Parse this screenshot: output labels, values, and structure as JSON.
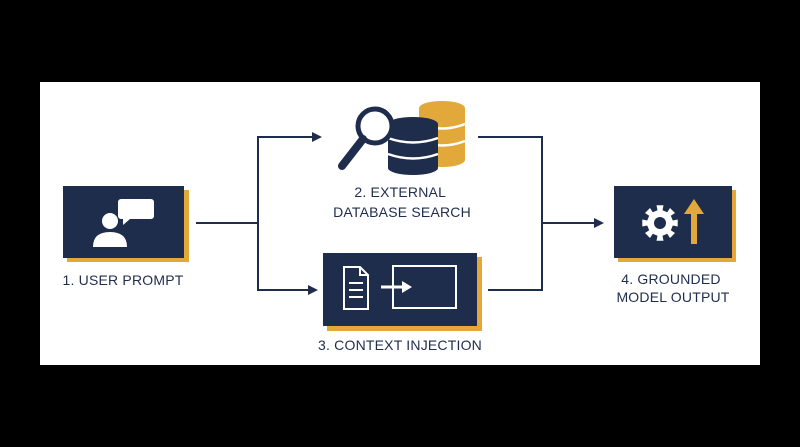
{
  "colors": {
    "page_background": "#000000",
    "panel_background": "#ffffff",
    "navy": "#1f2d4d",
    "gold": "#e3a83a",
    "white": "#ffffff"
  },
  "nodes": [
    {
      "id": "user-prompt",
      "lines": [
        "1. USER PROMPT"
      ],
      "icon": "user-chat-icon"
    },
    {
      "id": "external-database-search",
      "lines": [
        "2. EXTERNAL",
        "DATABASE SEARCH"
      ],
      "icon": "magnifier-database-icon"
    },
    {
      "id": "context-injection",
      "lines": [
        "3. CONTEXT INJECTION"
      ],
      "icon": "document-into-window-icon"
    },
    {
      "id": "grounded-model-output",
      "lines": [
        "4. GROUNDED",
        "MODEL OUTPUT"
      ],
      "icon": "gear-up-arrow-icon"
    }
  ],
  "edges": [
    {
      "from": "user-prompt",
      "to": "external-database-search"
    },
    {
      "from": "user-prompt",
      "to": "context-injection"
    },
    {
      "from": "external-database-search",
      "to": "grounded-model-output"
    },
    {
      "from": "context-injection",
      "to": "grounded-model-output"
    }
  ]
}
